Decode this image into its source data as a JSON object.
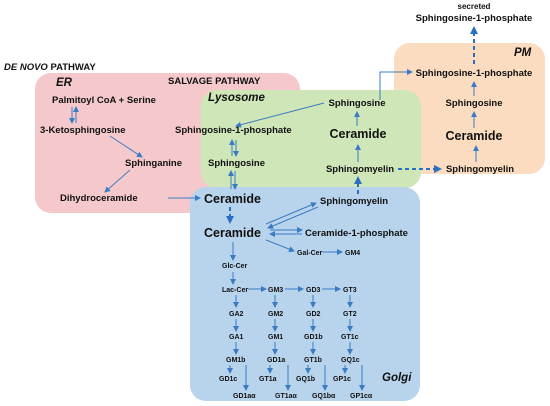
{
  "regions": {
    "er": {
      "label": "ER",
      "color": "#f5c9cc"
    },
    "lysosome": {
      "label": "Lysosome",
      "color": "#cfe6b8"
    },
    "pm": {
      "label": "PM",
      "color": "#fbdcc1"
    },
    "golgi": {
      "label": "Golgi",
      "color": "#b8d3ec"
    }
  },
  "headers": {
    "de_novo_italic": "DE NOVO",
    "de_novo_rest": " PATHWAY",
    "salvage": "SALVAGE PATHWAY"
  },
  "top": {
    "secreted": "secreted",
    "s1p_secreted": "Sphingosine-1-phosphate"
  },
  "pm_nodes": {
    "s1p": "Sphingosine-1-phosphate",
    "sphingosine": "Sphingosine",
    "ceramide": "Ceramide",
    "sphingomyelin": "Sphingomyelin"
  },
  "lyso_nodes": {
    "sphingosine": "Sphingosine",
    "ceramide": "Ceramide",
    "sphingomyelin": "Sphingomyelin"
  },
  "er_nodes": {
    "palmitoyl": "Palmitoyl CoA + Serine",
    "ketosph": "3-Ketosphingosine",
    "s1p": "Sphingosine-1-phosphate",
    "sphinganine": "Sphinganine",
    "sphingosine": "Sphingosine",
    "dihydroceramide": "Dihydroceramide",
    "ceramide": "Ceramide"
  },
  "golgi_nodes": {
    "sphingomyelin": "Sphingomyelin",
    "ceramide": "Ceramide",
    "c1p": "Ceramide-1-phosphate",
    "galcer": "Gal-Cer",
    "gm4": "GM4",
    "glccer": "Glc-Cer",
    "laccer": "Lac-Cer",
    "gm3": "GM3",
    "gd3": "GD3",
    "gt3": "GT3",
    "ga2": "GA2",
    "gm2": "GM2",
    "gd2": "GD2",
    "gt2": "GT2",
    "ga1": "GA1",
    "gm1": "GM1",
    "gd1b": "GD1b",
    "gt1c": "GT1c",
    "gm1b": "GM1b",
    "gd1a": "GD1a",
    "gt1b": "GT1b",
    "gq1c": "GQ1c",
    "gd1c": "GD1c",
    "gt1a": "GT1a",
    "gq1b": "GQ1b",
    "gp1c": "GP1c",
    "gd1a_alpha": "GD1aα",
    "gt1a_alpha": "GT1aα",
    "gq1b_alpha": "GQ1bα",
    "gp1c_alpha": "GP1cα"
  }
}
